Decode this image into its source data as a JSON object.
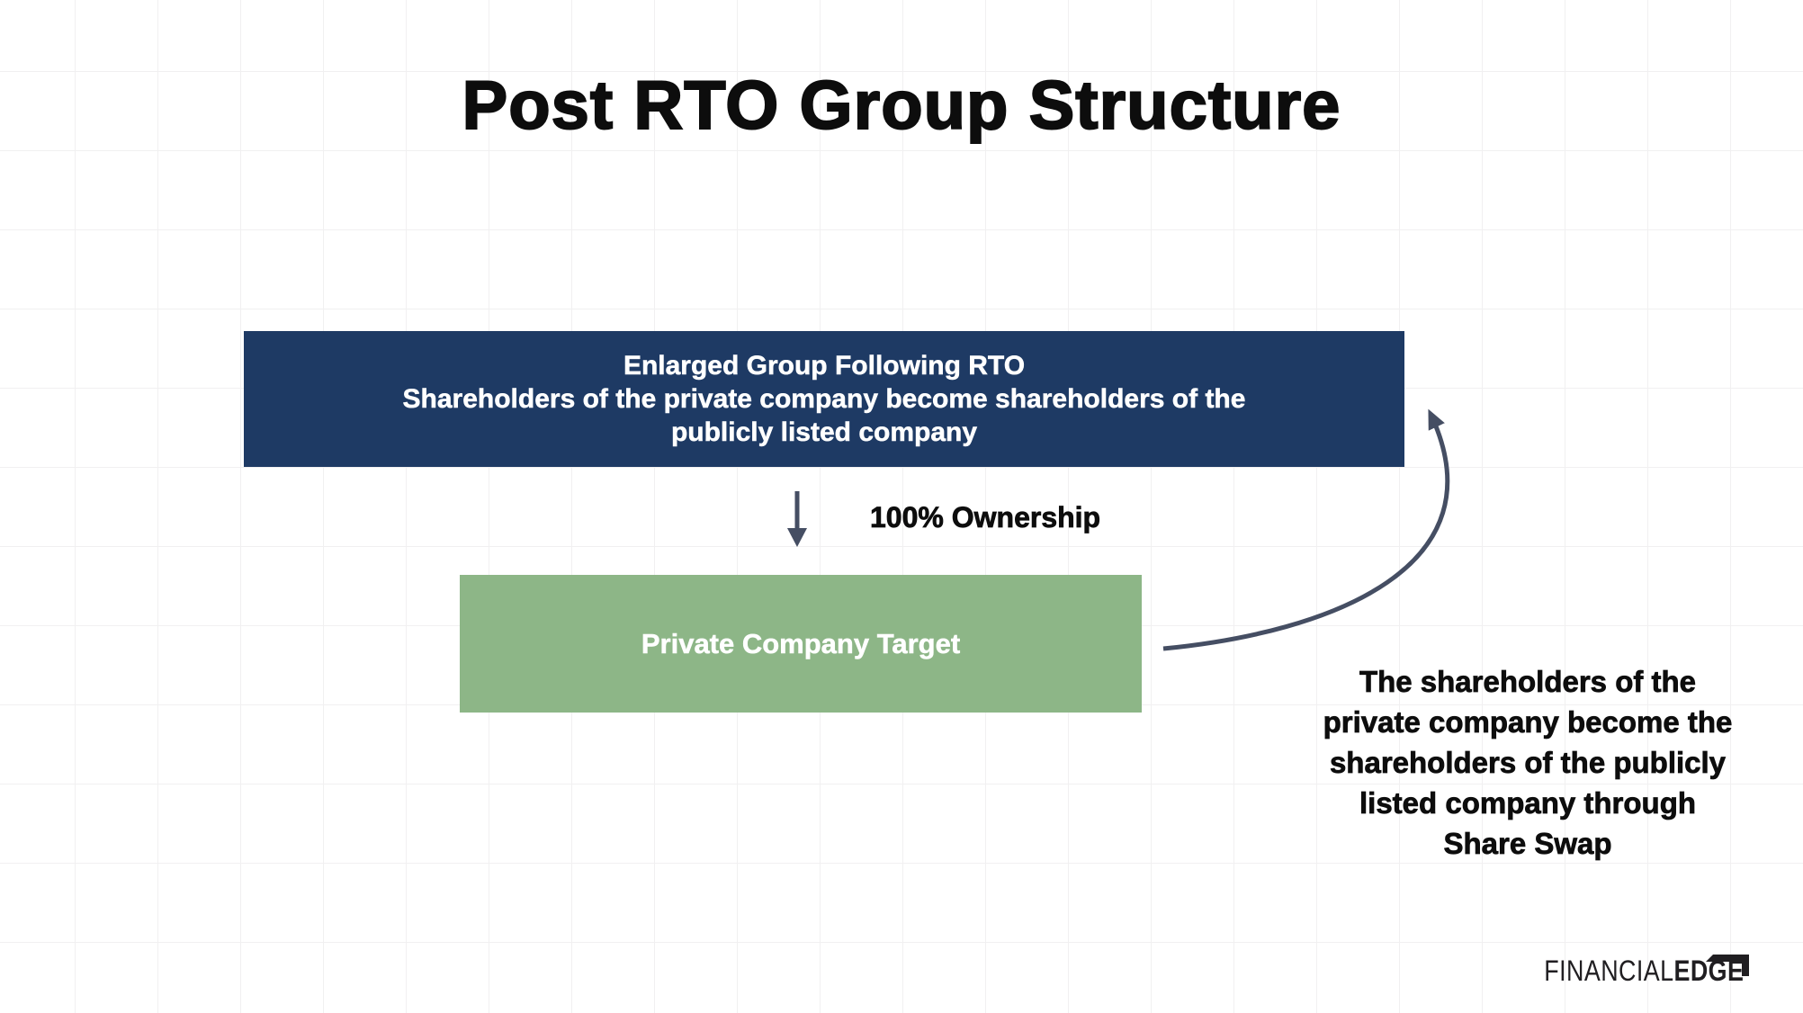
{
  "page": {
    "title": "Post RTO Group Structure"
  },
  "colors": {
    "navy": "#1e3a64",
    "green": "#8db687",
    "arrow": "#454e63",
    "ink": "#0d0d0d",
    "grid": "#f1f0f1"
  },
  "enlarged_group_box": {
    "line1": "Enlarged Group Following RTO",
    "line2": "Shareholders of the private company become shareholders of the",
    "line3": "publicly listed company"
  },
  "ownership_label": "100% Ownership",
  "private_company_box": {
    "label": "Private Company Target"
  },
  "share_swap_note": {
    "lines": [
      "The shareholders of the",
      "private company become the",
      "shareholders of the publicly",
      "listed company through",
      "Share Swap"
    ]
  },
  "logo": {
    "financial": "FINANCIAL",
    "edge": "EDGE"
  }
}
